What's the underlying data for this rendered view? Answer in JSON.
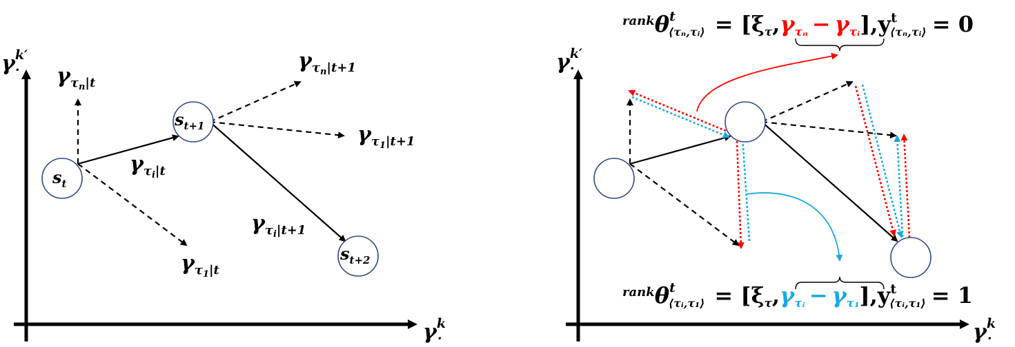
{
  "colors": {
    "ink": "#000000",
    "node_stroke": "#2f4a8a",
    "red": "#ff0000",
    "blue": "#17a8e3"
  },
  "left_panel": {
    "axis_y": {
      "base": "γ",
      "sup": "k′",
      "dot": "·"
    },
    "axis_x": {
      "base": "γ",
      "sup": "k",
      "dot": "·"
    },
    "nodes": {
      "st": {
        "base": "s",
        "sub": "t"
      },
      "st1": {
        "base": "s",
        "sub": "t+1"
      },
      "st2": {
        "base": "s",
        "sub": "t+2"
      }
    },
    "labels": {
      "g_tn_t": {
        "base": "γ",
        "sub1": "τ",
        "sub2": "n",
        "sub3": "|t"
      },
      "g_ti_t": {
        "base": "γ",
        "sub1": "τ",
        "sub2": "i",
        "sub3": "|t"
      },
      "g_t1_t": {
        "base": "γ",
        "sub1": "τ",
        "sub2": "1",
        "sub3": "|t"
      },
      "g_tn_t1": {
        "base": "γ",
        "sub1": "τ",
        "sub2": "n",
        "sub3": "|t+1"
      },
      "g_t1_t1": {
        "base": "γ",
        "sub1": "τ",
        "sub2": "1",
        "sub3": "|t+1"
      },
      "g_ti_t1": {
        "base": "γ",
        "sub1": "τ",
        "sub2": "i",
        "sub3": "|t+1"
      }
    }
  },
  "right_panel": {
    "axis_y": {
      "base": "γ",
      "sup": "k′",
      "dot": "·"
    },
    "axis_x": {
      "base": "γ",
      "sup": "k",
      "dot": "·"
    },
    "formula_top": {
      "pre": "rank",
      "theta": "θ",
      "sup": "t",
      "sub": "⟨τₙ,τᵢ⟩",
      "eq": "= [ξ",
      "xi_sub": "τ",
      "comma": ",",
      "diff_a": "γ",
      "diff_a_sub": "τₙ",
      "minus": "−",
      "diff_b": "γ",
      "diff_b_sub": "τᵢ",
      "close": "],",
      "y": "y",
      "y_sup": "t",
      "y_sub": "⟨τₙ,τᵢ⟩",
      "result": "= 0"
    },
    "formula_bottom": {
      "pre": "rank",
      "theta": "θ",
      "sup": "t",
      "sub": "⟨τᵢ,τ₁⟩",
      "eq": "= [ξ",
      "xi_sub": "τ",
      "comma": ",",
      "diff_a": "γ",
      "diff_a_sub": "τᵢ",
      "minus": "−",
      "diff_b": "γ",
      "diff_b_sub": "τ₁",
      "close": "],",
      "y": "y",
      "y_sup": "t",
      "y_sub": "⟨τᵢ,τ₁⟩",
      "result": "= 1"
    }
  }
}
